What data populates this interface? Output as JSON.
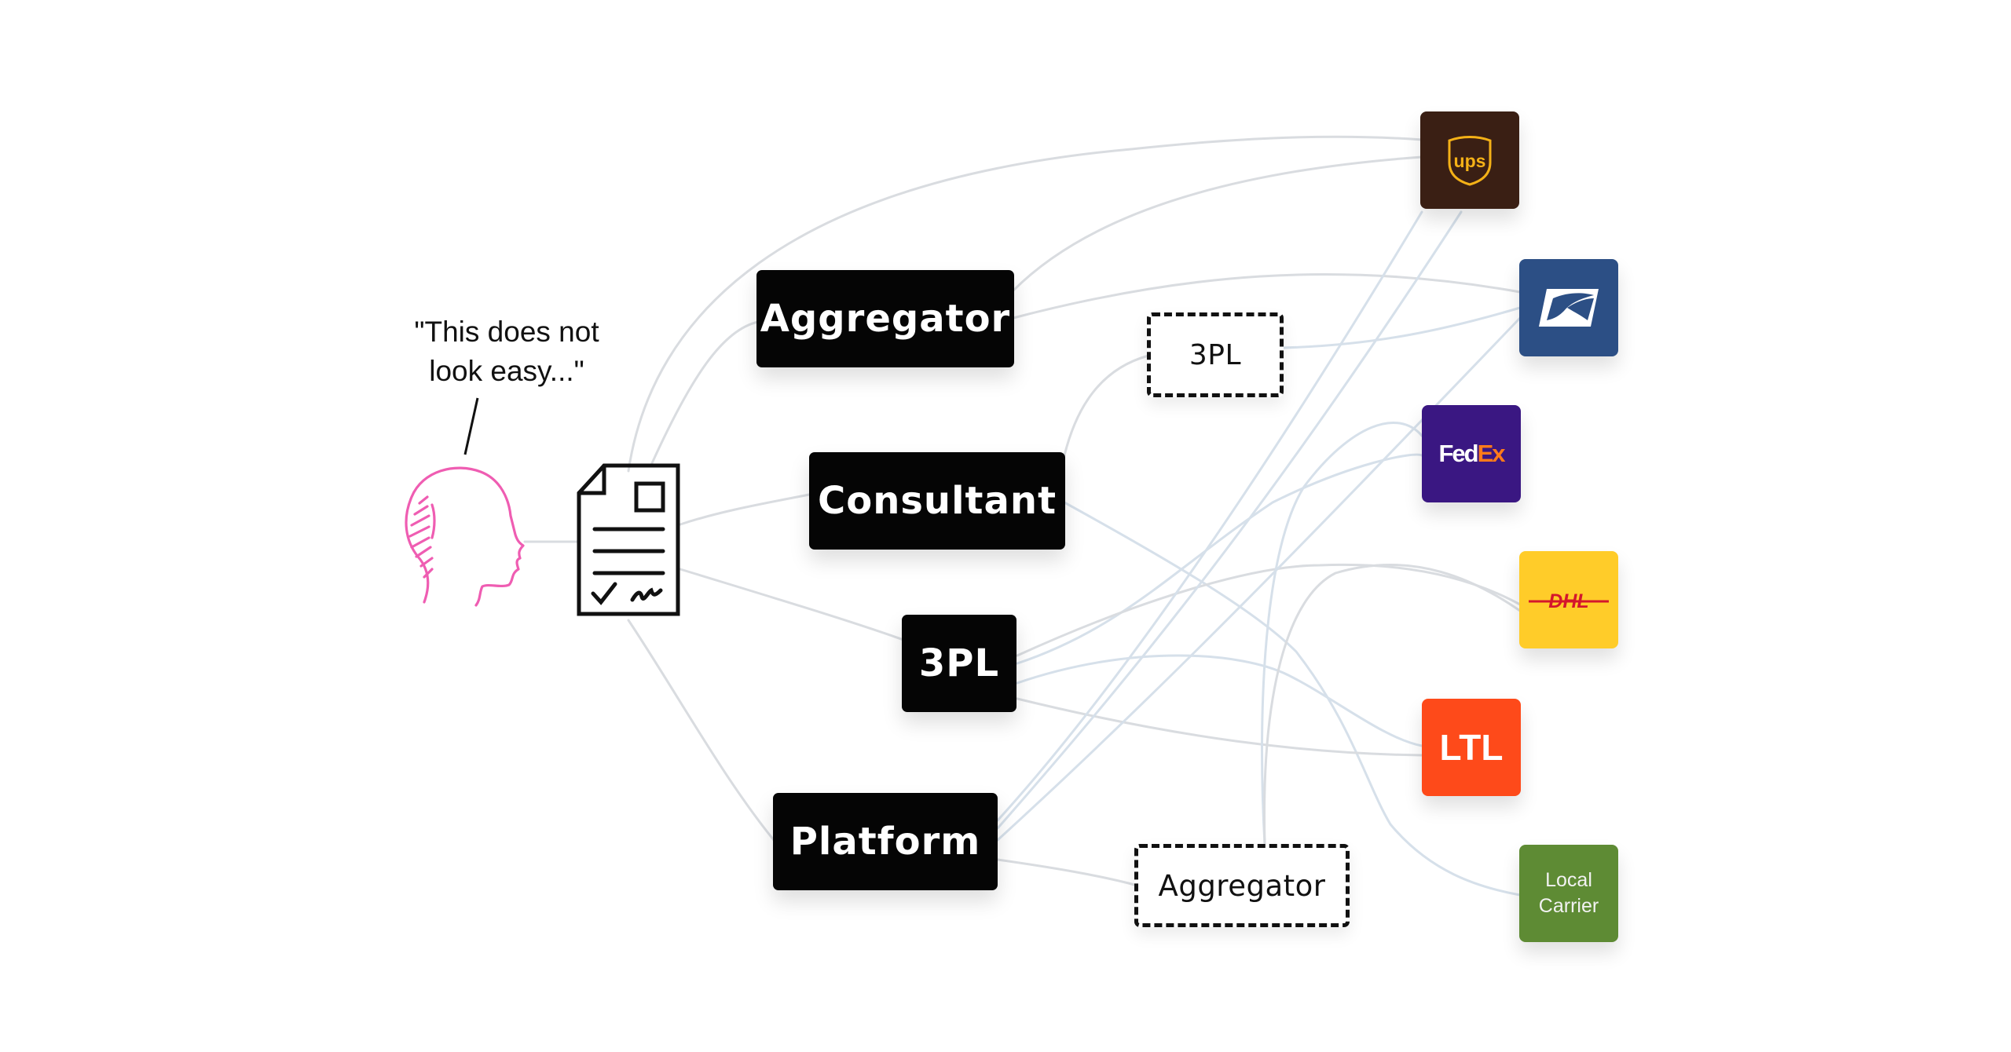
{
  "quote": {
    "line1": "\"This does not",
    "line2": "look easy...\""
  },
  "nodes": {
    "aggregator": "Aggregator",
    "consultant": "Consultant",
    "threepl": "3PL",
    "platform": "Platform",
    "threepl_dashed": "3PL",
    "aggregator_dashed": "Aggregator"
  },
  "carriers": {
    "ups": {
      "label": "ups",
      "color": "#3a1f14",
      "accent": "#f4b117"
    },
    "usps": {
      "label": "",
      "color": "#2c4f85"
    },
    "fedex": {
      "label_fed": "Fed",
      "label_ex": "Ex",
      "color": "#3a1782",
      "accent": "#ff7a1a"
    },
    "dhl": {
      "label": "DHL",
      "color": "#ffcc29",
      "accent": "#d4162c"
    },
    "ltl": {
      "label": "LTL",
      "color": "#fe4a1a"
    },
    "local": {
      "line1": "Local",
      "line2": "Carrier",
      "color": "#5e8b34"
    }
  },
  "colors": {
    "person": "#ef5db2",
    "line_gray": "#d9dce0",
    "line_blue": "#d6e0ea"
  },
  "icons": [
    "person-head-icon",
    "contract-document-icon",
    "ups-logo",
    "usps-eagle-logo",
    "fedex-logo",
    "dhl-logo"
  ]
}
